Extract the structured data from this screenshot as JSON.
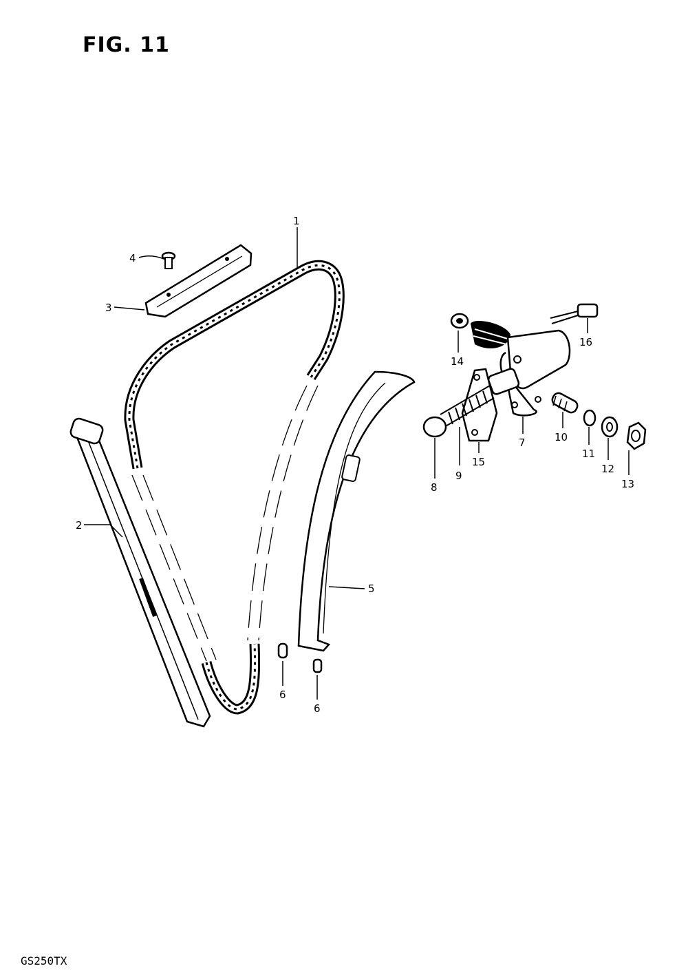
{
  "figure": {
    "title": "FIG. 11"
  },
  "model": "GS250TX",
  "callouts": [
    "1",
    "2",
    "3",
    "4",
    "5",
    "6",
    "6",
    "7",
    "8",
    "9",
    "10",
    "11",
    "12",
    "13",
    "14",
    "15",
    "16"
  ]
}
